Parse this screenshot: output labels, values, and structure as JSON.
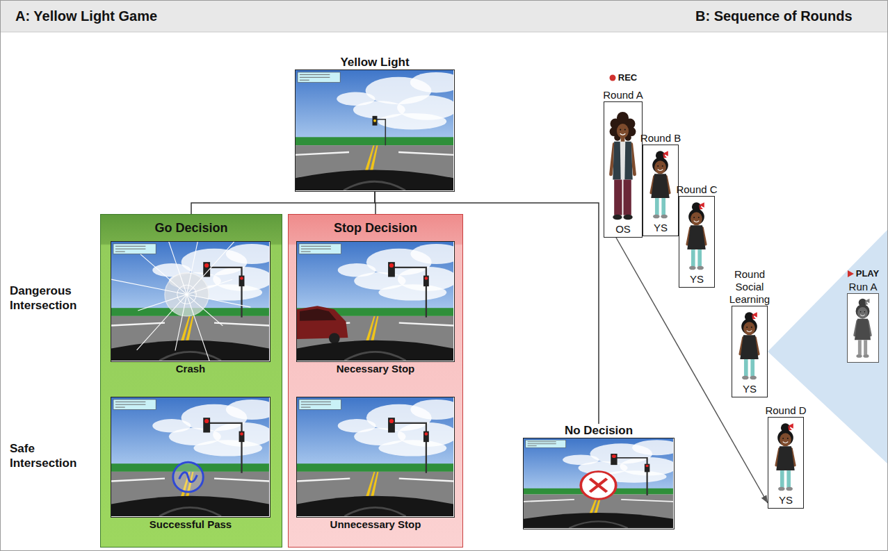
{
  "diagram": {
    "nodes": [
      {
        "text": [
          "Yellow Light"
        ]
      },
      {
        "text": [
          "Go Decision"
        ]
      },
      {
        "text": [
          "Crash"
        ],
        "in": 1
      },
      {
        "text": [
          "Successful Pass"
        ],
        "in": 1
      },
      {
        "text": [
          "Stop Decision"
        ]
      },
      {
        "text": [
          "Necessary Stop"
        ],
        "in": 4
      },
      {
        "text": [
          "Unnecessary Stop"
        ],
        "in": 4
      },
      {
        "text": [
          "No Decision"
        ]
      },
      {
        "text": [
          "Round A",
          "OS"
        ]
      },
      {
        "text": [
          "Round B",
          "YS"
        ]
      },
      {
        "text": [
          "Round C",
          "YS"
        ]
      },
      {
        "text": [
          "Round Social Learning",
          "YS"
        ]
      },
      {
        "text": [
          "Run A"
        ]
      },
      {
        "text": [
          "Round D",
          "YS"
        ]
      }
    ],
    "edges": [
      {
        "from": 0,
        "to": 1,
        "arrow": "none"
      },
      {
        "from": 0,
        "to": 4,
        "arrow": "none"
      },
      {
        "from": 0,
        "to": 7,
        "arrow": "none"
      },
      {
        "from": 8,
        "to": 13,
        "arrow": "to"
      }
    ],
    "labels": [
      "A: Yellow Light Game",
      "B: Sequence of Rounds",
      "Dangerous Intersection",
      "Safe Intersection",
      "REC",
      "PLAY"
    ]
  }
}
